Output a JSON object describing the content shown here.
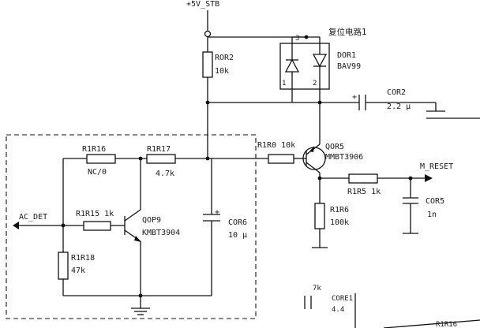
{
  "supply": {
    "label": "+5V_STB"
  },
  "reset_block": {
    "title": "复位电路1"
  },
  "diode": {
    "ref": "DOR1",
    "value": "BAV99",
    "pin1": "1",
    "pin2": "2",
    "pin3": "3"
  },
  "resistors": {
    "ror2": {
      "ref": "ROR2",
      "value": "10k"
    },
    "r1r16": {
      "ref": "R1R16",
      "value": "NC/0"
    },
    "r1r17": {
      "ref": "R1R17",
      "value": "4.7k"
    },
    "r1r0": {
      "ref": "R1R0 10k"
    },
    "r1r15": {
      "ref": "R1R15 1k"
    },
    "r1r18": {
      "ref": "R1R18",
      "value": "47k"
    },
    "r1r5": {
      "ref": "R1R5  1k"
    },
    "r1r6": {
      "ref": "R1R6",
      "value": "100k"
    }
  },
  "capacitors": {
    "cor2": {
      "ref": "COR2",
      "value": "2.2 μ",
      "polarity": "+"
    },
    "cor6": {
      "ref": "COR6",
      "value": "10 μ",
      "polarity": "+"
    },
    "cor5": {
      "ref": "COR5",
      "value": "1n"
    }
  },
  "transistors": {
    "qor5": {
      "ref": "QOR5",
      "part": "MMBT3906"
    },
    "qop9": {
      "ref": "QOP9",
      "part": "KMBT3904"
    }
  },
  "nets": {
    "input": {
      "label": "AC_DET"
    },
    "output": {
      "label": "M_RESET"
    }
  },
  "partial": {
    "cap_value": "7k",
    "cap_ref": "CORE1",
    "cap_sub": "4.4",
    "res_ref": "R1R16"
  }
}
